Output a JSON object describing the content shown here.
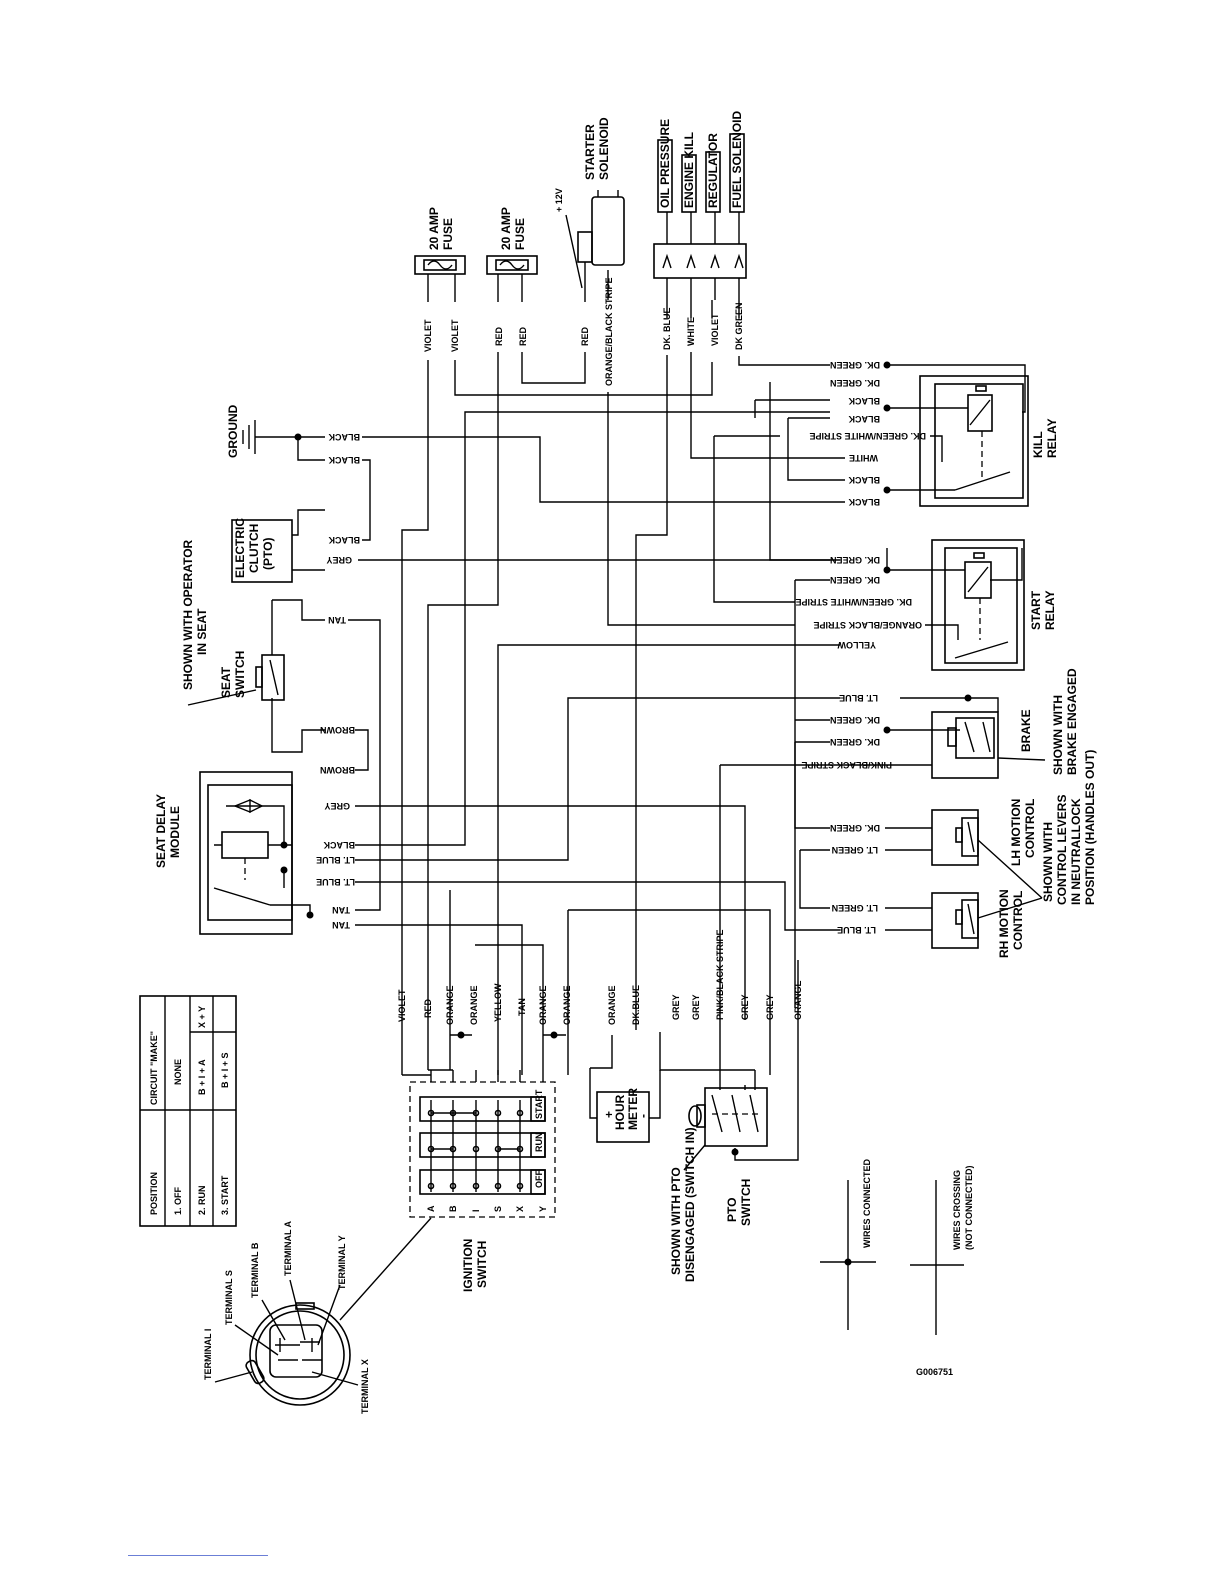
{
  "components": {
    "starter_solenoid": [
      "STARTER",
      "SOLENOID"
    ],
    "plus12v": "+ 12V",
    "fuse_left": [
      "20 AMP",
      "FUSE"
    ],
    "fuse_right": [
      "20 AMP",
      "FUSE"
    ],
    "engine_terms": [
      "OIL PRESSURE",
      "ENGINE KILL",
      "REGULATOR",
      "FUEL SOLENOID"
    ],
    "ground": "GROUND",
    "electric_clutch": [
      "ELECTRIC",
      "CLUTCH",
      "(PTO)"
    ],
    "seat_switch": [
      "SEAT",
      "SWITCH"
    ],
    "seat_note": [
      "SHOWN WITH OPERATOR",
      "IN SEAT"
    ],
    "seat_delay": [
      "SEAT DELAY",
      "MODULE"
    ],
    "kill_relay": [
      "KILL",
      "RELAY"
    ],
    "start_relay": [
      "START",
      "RELAY"
    ],
    "brake": "BRAKE",
    "brake_note": [
      "SHOWN WITH",
      "BRAKE ENGAGED"
    ],
    "lh_motion": [
      "LH MOTION",
      "CONTROL"
    ],
    "rh_motion": [
      "RH MOTION",
      "CONTROL"
    ],
    "motion_note": [
      "SHOWN WITH",
      "CONTROL LEVERS",
      "IN NEUTRALLOCK",
      "POSITION (HANDLES OUT)"
    ],
    "hour_meter": [
      "+",
      "HOUR",
      "METER",
      "-"
    ],
    "pto_switch": [
      "PTO",
      "SWITCH"
    ],
    "pto_note": [
      "SHOWN WITH PTO",
      "DISENGAGED (SWITCH IN)"
    ],
    "ignition_switch": [
      "IGNITION",
      "SWITCH"
    ],
    "ign_rows": [
      "START",
      "RUN",
      "OFF"
    ],
    "ign_terms": [
      "A",
      "B",
      "I",
      "S",
      "X",
      "Y"
    ],
    "terminals": [
      "TERMINAL B",
      "TERMINAL A",
      "TERMINAL Y",
      "TERMINAL S",
      "TERMINAL I",
      "TERMINAL X"
    ],
    "legend_connected": "WIRES CONNECTED",
    "legend_crossing": [
      "WIRES CROSSING",
      "(NOT CONNECTED)"
    ],
    "drawing_id": "G006751"
  },
  "position_table": {
    "headers": [
      "POSITION",
      "CIRCUIT \"MAKE\""
    ],
    "rows": [
      [
        "1. OFF",
        "NONE",
        ""
      ],
      [
        "2. RUN",
        "B + I + A",
        "X + Y"
      ],
      [
        "3. START",
        "B + I + S",
        ""
      ]
    ]
  },
  "wire_labels": {
    "top": [
      "VIOLET",
      "VIOLET",
      "RED",
      "RED",
      "RED",
      "ORANGE/BLACK STRIPE",
      "DK. BLUE",
      "WHITE",
      "VIOLET",
      "DK GREEN"
    ],
    "bottom": [
      "VIOLET",
      "RED",
      "ORANGE",
      "ORANGE",
      "YELLOW",
      "TAN",
      "ORANGE",
      "ORANGE",
      "ORANGE",
      "DK.BLUE",
      "GREY",
      "GREY",
      "PINK/BLACK STRIPE",
      "GREY",
      "GREY",
      "ORANGE"
    ],
    "left": [
      "BLACK",
      "BLACK",
      "BLACK",
      "GREY",
      "TAN",
      "BROWN",
      "BROWN",
      "GREY",
      "BLACK",
      "LT. BLUE",
      "LT. BLUE",
      "TAN",
      "TAN"
    ],
    "kill_relay": [
      "DK. GREEN",
      "DK. GREEN",
      "BLACK",
      "BLACK",
      "DK. GREEN/WHITE STRIPE",
      "WHITE",
      "BLACK",
      "BLACK"
    ],
    "start_relay": [
      "DK. GREEN",
      "DK. GREEN",
      "DK. GREEN/WHITE STRIPE",
      "ORANGE/BLACK STRIPE",
      "YELLOW"
    ],
    "brake": [
      "LT. BLUE",
      "DK. GREEN",
      "DK. GREEN",
      "PINK/BLACK STRIPE"
    ],
    "lh": [
      "DK. GREEN",
      "LT. GREEN"
    ],
    "rh": [
      "LT. GREEN",
      "LT. BLUE"
    ]
  }
}
